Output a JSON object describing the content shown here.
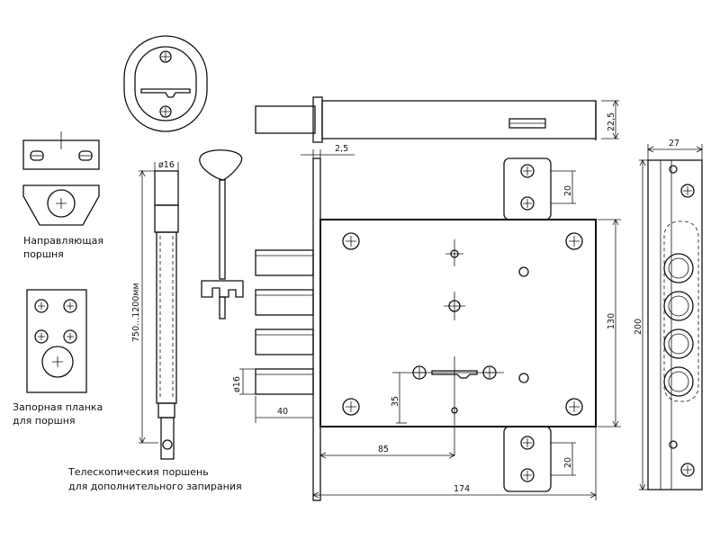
{
  "labels": {
    "guide_bracket_line1": "Направляющая",
    "guide_bracket_line2": "поршня",
    "strike_plate_line1": "Запорная планка",
    "strike_plate_line2": "для поршня",
    "telescopic_line1": "Телескопическия поршень",
    "telescopic_line2": "для дополнительного запирания"
  },
  "dimensions": {
    "rod_diameter": "ø16",
    "rod_length": "750...1200мм",
    "bolt_diameter": "ø16",
    "bolt_projection": "40",
    "offset_35": "35",
    "backset_85": "85",
    "case_width": "174",
    "case_height": "130",
    "faceplate_length": "200",
    "faceplate_width": "27",
    "faceplate_thickness": "2,5",
    "top_bolt_height": "22,5",
    "tab_top": "20",
    "tab_bottom": "20"
  }
}
